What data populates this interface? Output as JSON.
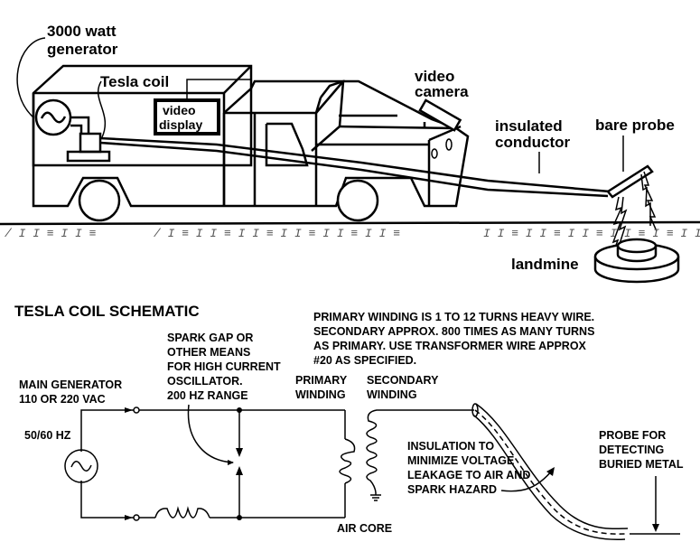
{
  "top": {
    "generator": [
      "3000 watt",
      "generator"
    ],
    "tesla_coil": "Tesla coil",
    "video_display": [
      "video",
      "display"
    ],
    "video_camera": [
      "video",
      "camera"
    ],
    "insulated_conductor": [
      "insulated",
      "conductor"
    ],
    "bare_probe": "bare probe",
    "landmine": "landmine"
  },
  "schematic": {
    "title": "TESLA COIL SCHEMATIC",
    "note": [
      "PRIMARY WINDING IS 1 TO 12 TURNS HEAVY WIRE.",
      "SECONDARY APPROX. 800 TIMES AS MANY TURNS",
      "AS PRIMARY.   USE TRANSFORMER WIRE APPROX",
      "#20 AS SPECIFIED."
    ],
    "spark_gap": [
      "SPARK GAP OR",
      "OTHER MEANS",
      "FOR HIGH CURRENT",
      "OSCILLATOR.",
      "200 HZ RANGE"
    ],
    "main_generator": [
      "MAIN GENERATOR",
      "110 OR 220 VAC"
    ],
    "frequency": "50/60 HZ",
    "primary_winding": [
      "PRIMARY",
      "WINDING"
    ],
    "secondary_winding": [
      "SECONDARY",
      "WINDING"
    ],
    "insulation": [
      "INSULATION TO",
      "MINIMIZE VOLTAGE",
      "LEAKAGE TO AIR AND",
      "SPARK HAZARD"
    ],
    "probe": [
      "PROBE FOR",
      "DETECTING",
      "BURIED METAL"
    ],
    "air_core": "AIR CORE"
  }
}
